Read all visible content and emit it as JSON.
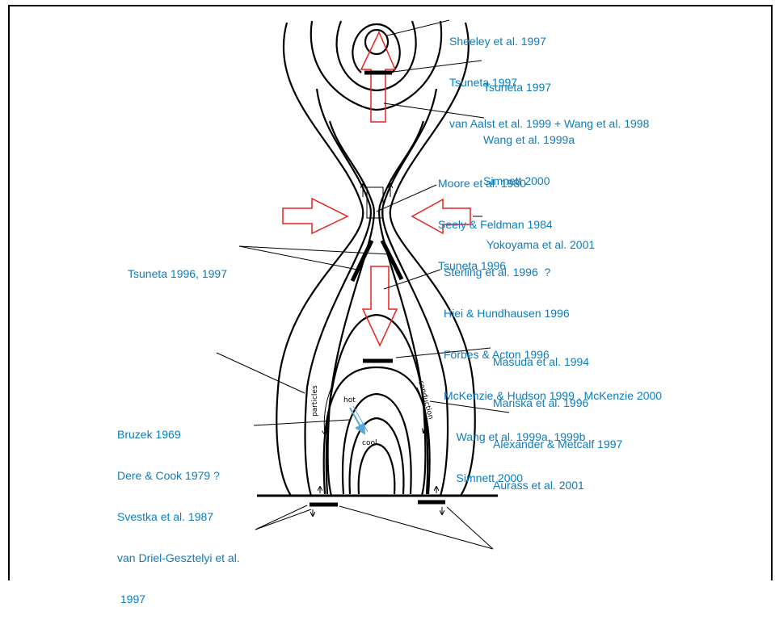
{
  "refs": {
    "plasmoid": [
      "Sheeley et al. 1997",
      "Tsuneta 1997",
      "van Aalst et al. 1999 + Wang et al. 1998"
    ],
    "upper_bar": [
      "Tsuneta 1997"
    ],
    "upflow": [
      "Wang et al. 1999a",
      "Simnett 2000"
    ],
    "x_point": [
      "Moore et al. 1980",
      "Seely & Feldman 1984",
      "Tsuneta 1996"
    ],
    "inflow": [
      "Yokoyama et al. 2001"
    ],
    "slow_shocks": [
      "Tsuneta 1996, 1997"
    ],
    "downflow": [
      "Sterling et al. 1996  ?",
      "Hiei & Hundhausen 1996",
      "Forbes & Acton 1996",
      "McKenzie & Hudson 1999 , McKenzie 2000",
      "    Wang et al. 1999a, 1999b",
      "    Simnett 2000"
    ],
    "loop_top": [
      "Masuda et al. 1994",
      "Mariska et al. 1996",
      "Alexander & Metcalf 1997",
      "Aurass et al. 2001"
    ],
    "cooling": [
      "Bruzek 1969",
      "Dere & Cook 1979 ?",
      "Svestka et al. 1987",
      "van Driel-Gesztelyi et al.",
      " 1997"
    ]
  },
  "labels": {
    "particles": "particles",
    "conduction": "conduction",
    "hot": "hot",
    "cool": "cool"
  },
  "colors": {
    "reference_text": "#0c7cc0",
    "flow_arrows": "#e8221e",
    "cooling_arrow": "#5aa6d8",
    "field_lines": "#000000"
  }
}
